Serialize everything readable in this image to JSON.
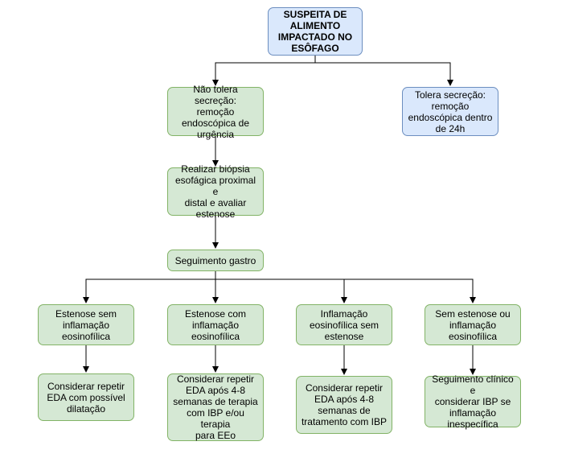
{
  "nodes": {
    "root": "SUSPEITA DE\nALIMENTO\nIMPACTADO NO\nESÔFAGO",
    "nao_tolera": "Não tolera secreção:\nremoção\nendoscópica de\nurgência",
    "tolera": "Tolera secreção:\nremoção\nendoscópica dentro\nde 24h",
    "biopsia": "Realizar biópsia\nesofágica proximal e\ndistal e avaliar\nestenose",
    "seguimento": "Seguimento gastro",
    "estenose_sem": "Estenose sem\ninflamação\neosinofílica",
    "estenose_com": "Estenose com\ninflamação\neosinofílica",
    "inflamacao_sem": "Inflamação\neosinofílica sem\nestenose",
    "sem_estenose": "Sem estenose ou\ninflamação\neosinofílica",
    "cons1": "Considerar repetir\nEDA com possível\ndilatação",
    "cons2": "Considerar repetir\nEDA após 4-8\nsemanas de terapia\ncom IBP e/ou terapia\npara EEo",
    "cons3": "Considerar repetir\nEDA após 4-8\nsemanas de\ntratamento com IBP",
    "cons4": "Seguimento clínico e\nconsiderar IBP se\ninflamação\ninespecífica"
  },
  "colors": {
    "green_fill": "#d5e8d4",
    "green_border": "#82b366",
    "blue_fill": "#dae8fc",
    "blue_border": "#6c8ebf",
    "edge": "#000000"
  }
}
